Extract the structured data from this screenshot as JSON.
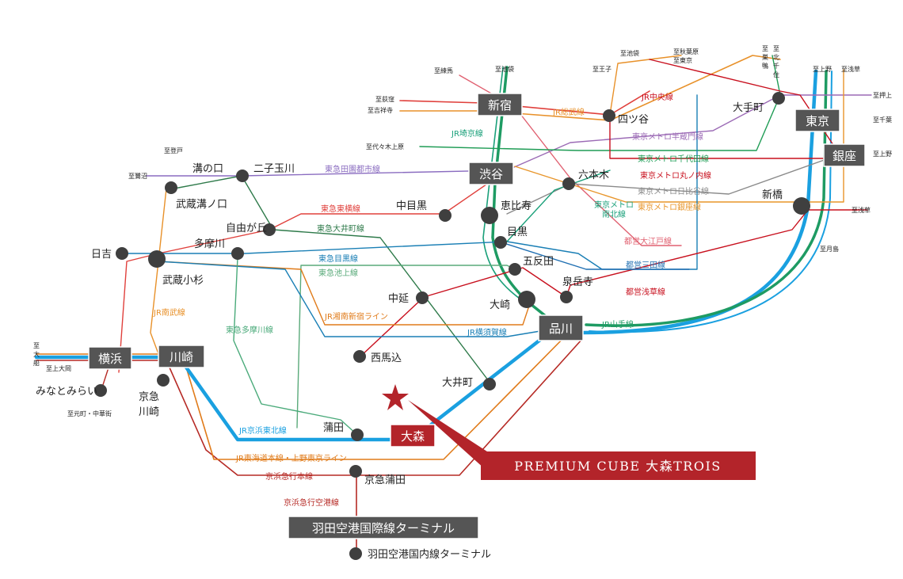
{
  "colors": {
    "yamanote": "#1e9b63",
    "keihin": "#1aa0e0",
    "tokaido": "#e07b1a",
    "keikyu": "#b62a25",
    "orange": "#e8912a",
    "green_metro": "#2f9c63",
    "chiyoda": "#1f9c55",
    "marunouchi": "#c8101e",
    "hibiya": "#8a8a8a",
    "ginza": "#e8952a",
    "hanzomon": "#9b6ab5",
    "denen": "#8a6cc0",
    "toyoko": "#e0403c",
    "oimachi": "#2e7a4a",
    "meguro": "#1a7fb5",
    "ikegami": "#5aaa7a",
    "tamagawa": "#4aaa7a",
    "oedo": "#e06070",
    "mita": "#1f6fb2",
    "asakusa": "#c8101e",
    "saikyo": "#1aa07a",
    "star": "#b3242a",
    "node": "#3f3f3f",
    "hub_box": "#555555"
  },
  "hubs": {
    "shinjuku": "新宿",
    "shibuya": "渋谷",
    "tokyo": "東京",
    "ginza": "銀座",
    "shinagawa": "品川",
    "yokohama": "横浜",
    "kawasaki": "川崎",
    "omori": "大森",
    "haneda_intl": "羽田空港国際線ターミナル"
  },
  "stations": {
    "yotsuya": "四ツ谷",
    "otemachi": "大手町",
    "roppongi": "六本木",
    "shinbashi": "新橋",
    "ebisu": "恵比寿",
    "nakameguro": "中目黒",
    "meguro": "目黒",
    "gotanda": "五反田",
    "sengakuji": "泉岳寺",
    "osaki": "大崎",
    "nakanobu": "中延",
    "nishimagome": "西馬込",
    "oimachi": "大井町",
    "kamata": "蒲田",
    "keikyu_kamata": "京急蒲田",
    "haneda_dom": "羽田空港国内線ターミナル",
    "mizonokuchi": "溝の口",
    "musashi_mizonokuchi": "武蔵溝ノ口",
    "futakotamagawa": "二子玉川",
    "jiyugaoka": "自由が丘",
    "tamagawa": "多摩川",
    "hiyoshi": "日吉",
    "musashikosugi": "武蔵小杉",
    "minatomirai": "みなとみらい",
    "keikyu_kawasaki_1": "京急",
    "keikyu_kawasaki_2": "川崎"
  },
  "lines": {
    "jr_chuo": "JR中央線",
    "jr_sobu": "JR総武線",
    "jr_saikyo": "JR埼京線",
    "hanzomon": "東京メトロ半蔵門線",
    "chiyoda": "東京メトロ千代田線",
    "marunouchi": "東京メトロ丸ノ内線",
    "hibiya": "東京メトロ日比谷線",
    "namboku_1": "東京メトロ",
    "namboku_2": "南北線",
    "ginza": "東京メトロ銀座線",
    "oedo": "都営大江戸線",
    "mita": "都営三田線",
    "asakusa": "都営浅草線",
    "denen": "東急田園都市線",
    "toyoko": "東急東横線",
    "oimachi": "東急大井町線",
    "meguro": "東急目黒線",
    "ikegami": "東急池上線",
    "shonan": "JR湘南新宿ライン",
    "yokosuka": "JR横須賀線",
    "yamanote": "JR山手線",
    "nambu": "JR南武線",
    "tamagawa": "東急多摩川線",
    "keihin": "JR京浜東北線",
    "tokaido": "JR東海道本線・上野東京ライン",
    "keikyu_main": "京浜急行本線",
    "keikyu_airport": "京浜急行空港線"
  },
  "directions": {
    "nerima": "至練馬",
    "ikebukuro_1": "至池袋",
    "ogikubo": "至荻窪",
    "kichijoji": "至吉祥寺",
    "oji": "至王子",
    "ikebukuro_2": "至池袋",
    "akihabara_1": "至秋葉原",
    "akihabara_2": "至東京",
    "sugamo_1": "至",
    "sugamo_2": "巣",
    "sugamo_3": "鴨",
    "kitasenju_1": "至",
    "kitasenju_2": "北",
    "kitasenju_3": "千",
    "kitasenju_4": "住",
    "ueno": "至上野",
    "asakusa_1": "至浅草",
    "oshiage": "至押上",
    "chiba": "至千葉",
    "ueno_2": "至上野",
    "asakusa_2": "至浅草",
    "tsukishima": "至月島",
    "yoyogiuehara": "至代々木上原",
    "tomioka": "至登戸",
    "sagiunuma": "至鷺沼",
    "ofuna_1": "至",
    "ofuna_2": "大",
    "ofuna_3": "船",
    "kamiooka": "至上大岡",
    "motomachi": "至元町・中華街"
  },
  "callout": {
    "label": "PREMIUM CUBE 大森TROIS"
  }
}
